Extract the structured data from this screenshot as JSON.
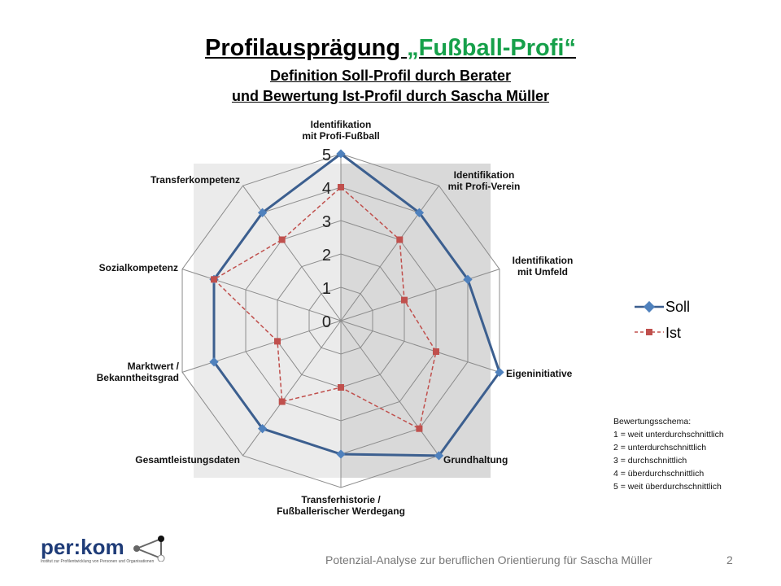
{
  "title": {
    "main": "Profilausprägung ",
    "highlight": "„Fußball-Profi“",
    "line2": "Definition Soll-Profil durch Berater",
    "line3": "und Bewertung Ist-Profil durch Sascha Müller"
  },
  "chart_data": {
    "type": "radar",
    "categories": [
      "Identifikation mit Profi-Fußball",
      "Identifikation mit Profi-Verein",
      "Identifikation mit Umfeld",
      "Eigeninitiative",
      "Grundhaltung",
      "Transferhistorie / Fußballerischer Werdegang",
      "Gesamtleistungsdaten",
      "Marktwert / Bekanntheitsgrad",
      "Sozialkompetenz",
      "Transferkompetenz"
    ],
    "category_lines": [
      [
        "Identifikation",
        "mit Profi-Fußball"
      ],
      [
        "Identifikation",
        "mit Profi-Verein"
      ],
      [
        "Identifikation",
        "mit Umfeld"
      ],
      [
        "Eigeninitiative"
      ],
      [
        "Grundhaltung"
      ],
      [
        "Transferhistorie /",
        "Fußballerischer Werdegang"
      ],
      [
        "Gesamtleistungsdaten"
      ],
      [
        "Marktwert /",
        "Bekanntheitsgrad"
      ],
      [
        "Sozialkompetenz"
      ],
      [
        "Transferkompetenz"
      ]
    ],
    "series": [
      {
        "name": "Soll",
        "color": "#3c5f8f",
        "values": [
          5,
          4,
          4,
          5,
          5,
          4,
          4,
          4,
          4,
          4
        ]
      },
      {
        "name": "Ist",
        "color": "#c0504d",
        "values": [
          4,
          3,
          2,
          3,
          4,
          2,
          3,
          2,
          4,
          3
        ]
      }
    ],
    "ticks": [
      "0",
      "1",
      "2",
      "3",
      "4",
      "5"
    ],
    "range": [
      0,
      5
    ],
    "legend_position": "right"
  },
  "scheme": {
    "title": "Bewertungsschema:",
    "items": [
      "1 = weit unterdurchschnittlich",
      "2 = unterdurchschnittlich",
      "3 = durchschnittlich",
      "4 = überdurchschnittlich",
      "5 = weit überdurchschnittlich"
    ]
  },
  "logo": {
    "text": "per:kom",
    "subtitle": "Institut zur Profilentwicklung von Personen und Organisationen"
  },
  "footer": "Potenzial-Analyse zur beruflichen Orientierung für Sascha Müller",
  "page_number": "2"
}
